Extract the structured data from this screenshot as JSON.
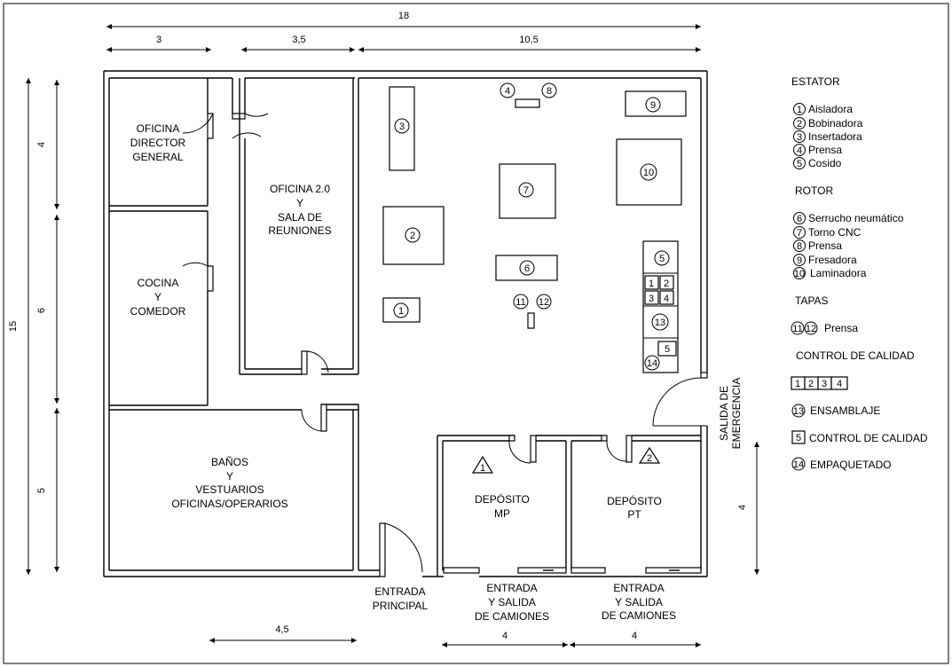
{
  "dimensions": {
    "top_total": "18",
    "top_left": "3",
    "top_mid": "3,5",
    "top_right": "10,5",
    "left_total": "15",
    "left_top": "4",
    "left_mid": "6",
    "left_bottom": "5",
    "bottom_left": "4,5",
    "bottom_mp": "4",
    "bottom_pt": "4",
    "right": "4"
  },
  "rooms": {
    "director": [
      "OFICINA",
      "DIRECTOR",
      "GENERAL"
    ],
    "cocina": [
      "COCINA",
      "Y",
      "COMEDOR"
    ],
    "oficina20": [
      "OFICINA 2.0",
      "Y",
      "SALA DE",
      "REUNIONES"
    ],
    "banos": [
      "BAÑOS",
      "Y",
      "VESTUARIOS",
      "OFICINAS/OPERARIOS"
    ],
    "deposito_mp": [
      "DEPÓSITO",
      "MP"
    ],
    "deposito_pt": [
      "DEPÓSITO",
      "PT"
    ]
  },
  "entrances": {
    "principal": [
      "ENTRADA",
      "PRINCIPAL"
    ],
    "camiones_mp": [
      "ENTRADA",
      "Y SALIDA",
      "DE CAMIONES"
    ],
    "camiones_pt": [
      "ENTRADA",
      "Y SALIDA",
      "DE CAMIONES"
    ],
    "emergencia": [
      "SALIDA DE",
      "EMERGENCIA"
    ]
  },
  "warnings": {
    "mp": "1",
    "pt": "2"
  },
  "machines": {
    "m1": "1",
    "m2": "2",
    "m3": "3",
    "m4": "4",
    "m5": "5",
    "m6": "6",
    "m7": "7",
    "m8": "8",
    "m9": "9",
    "m10": "10",
    "m11": "11",
    "m12": "12",
    "m13": "13",
    "m14": "14",
    "q1": "1",
    "q2": "2",
    "q3": "3",
    "q4": "4",
    "q5": "5"
  },
  "legend": {
    "estator_title": "ESTATOR",
    "estator": [
      {
        "num": "1",
        "label": "Aisladora"
      },
      {
        "num": "2",
        "label": "Bobinadora"
      },
      {
        "num": "3",
        "label": "Insertadora"
      },
      {
        "num": "4",
        "label": "Prensa"
      },
      {
        "num": "5",
        "label": "Cosido"
      }
    ],
    "rotor_title": "ROTOR",
    "rotor": [
      {
        "num": "6",
        "label": "Serrucho neumático"
      },
      {
        "num": "7",
        "label": "Torno CNC"
      },
      {
        "num": "8",
        "label": "Prensa"
      },
      {
        "num": "9",
        "label": "Fresadora"
      },
      {
        "num": "10",
        "label": "Laminadora"
      }
    ],
    "tapas_title": "TAPAS",
    "tapas_n1": "11",
    "tapas_n2": "12",
    "tapas_label": "Prensa",
    "cc_title": "CONTROL DE CALIDAD",
    "cc_boxes": [
      "1",
      "2",
      "3",
      "4"
    ],
    "ensamblaje_num": "13",
    "ensamblaje_label": "ENSAMBLAJE",
    "control_num": "5",
    "control_label": "CONTROL DE CALIDAD",
    "empaquetado_num": "14",
    "empaquetado_label": "EMPAQUETADO"
  }
}
